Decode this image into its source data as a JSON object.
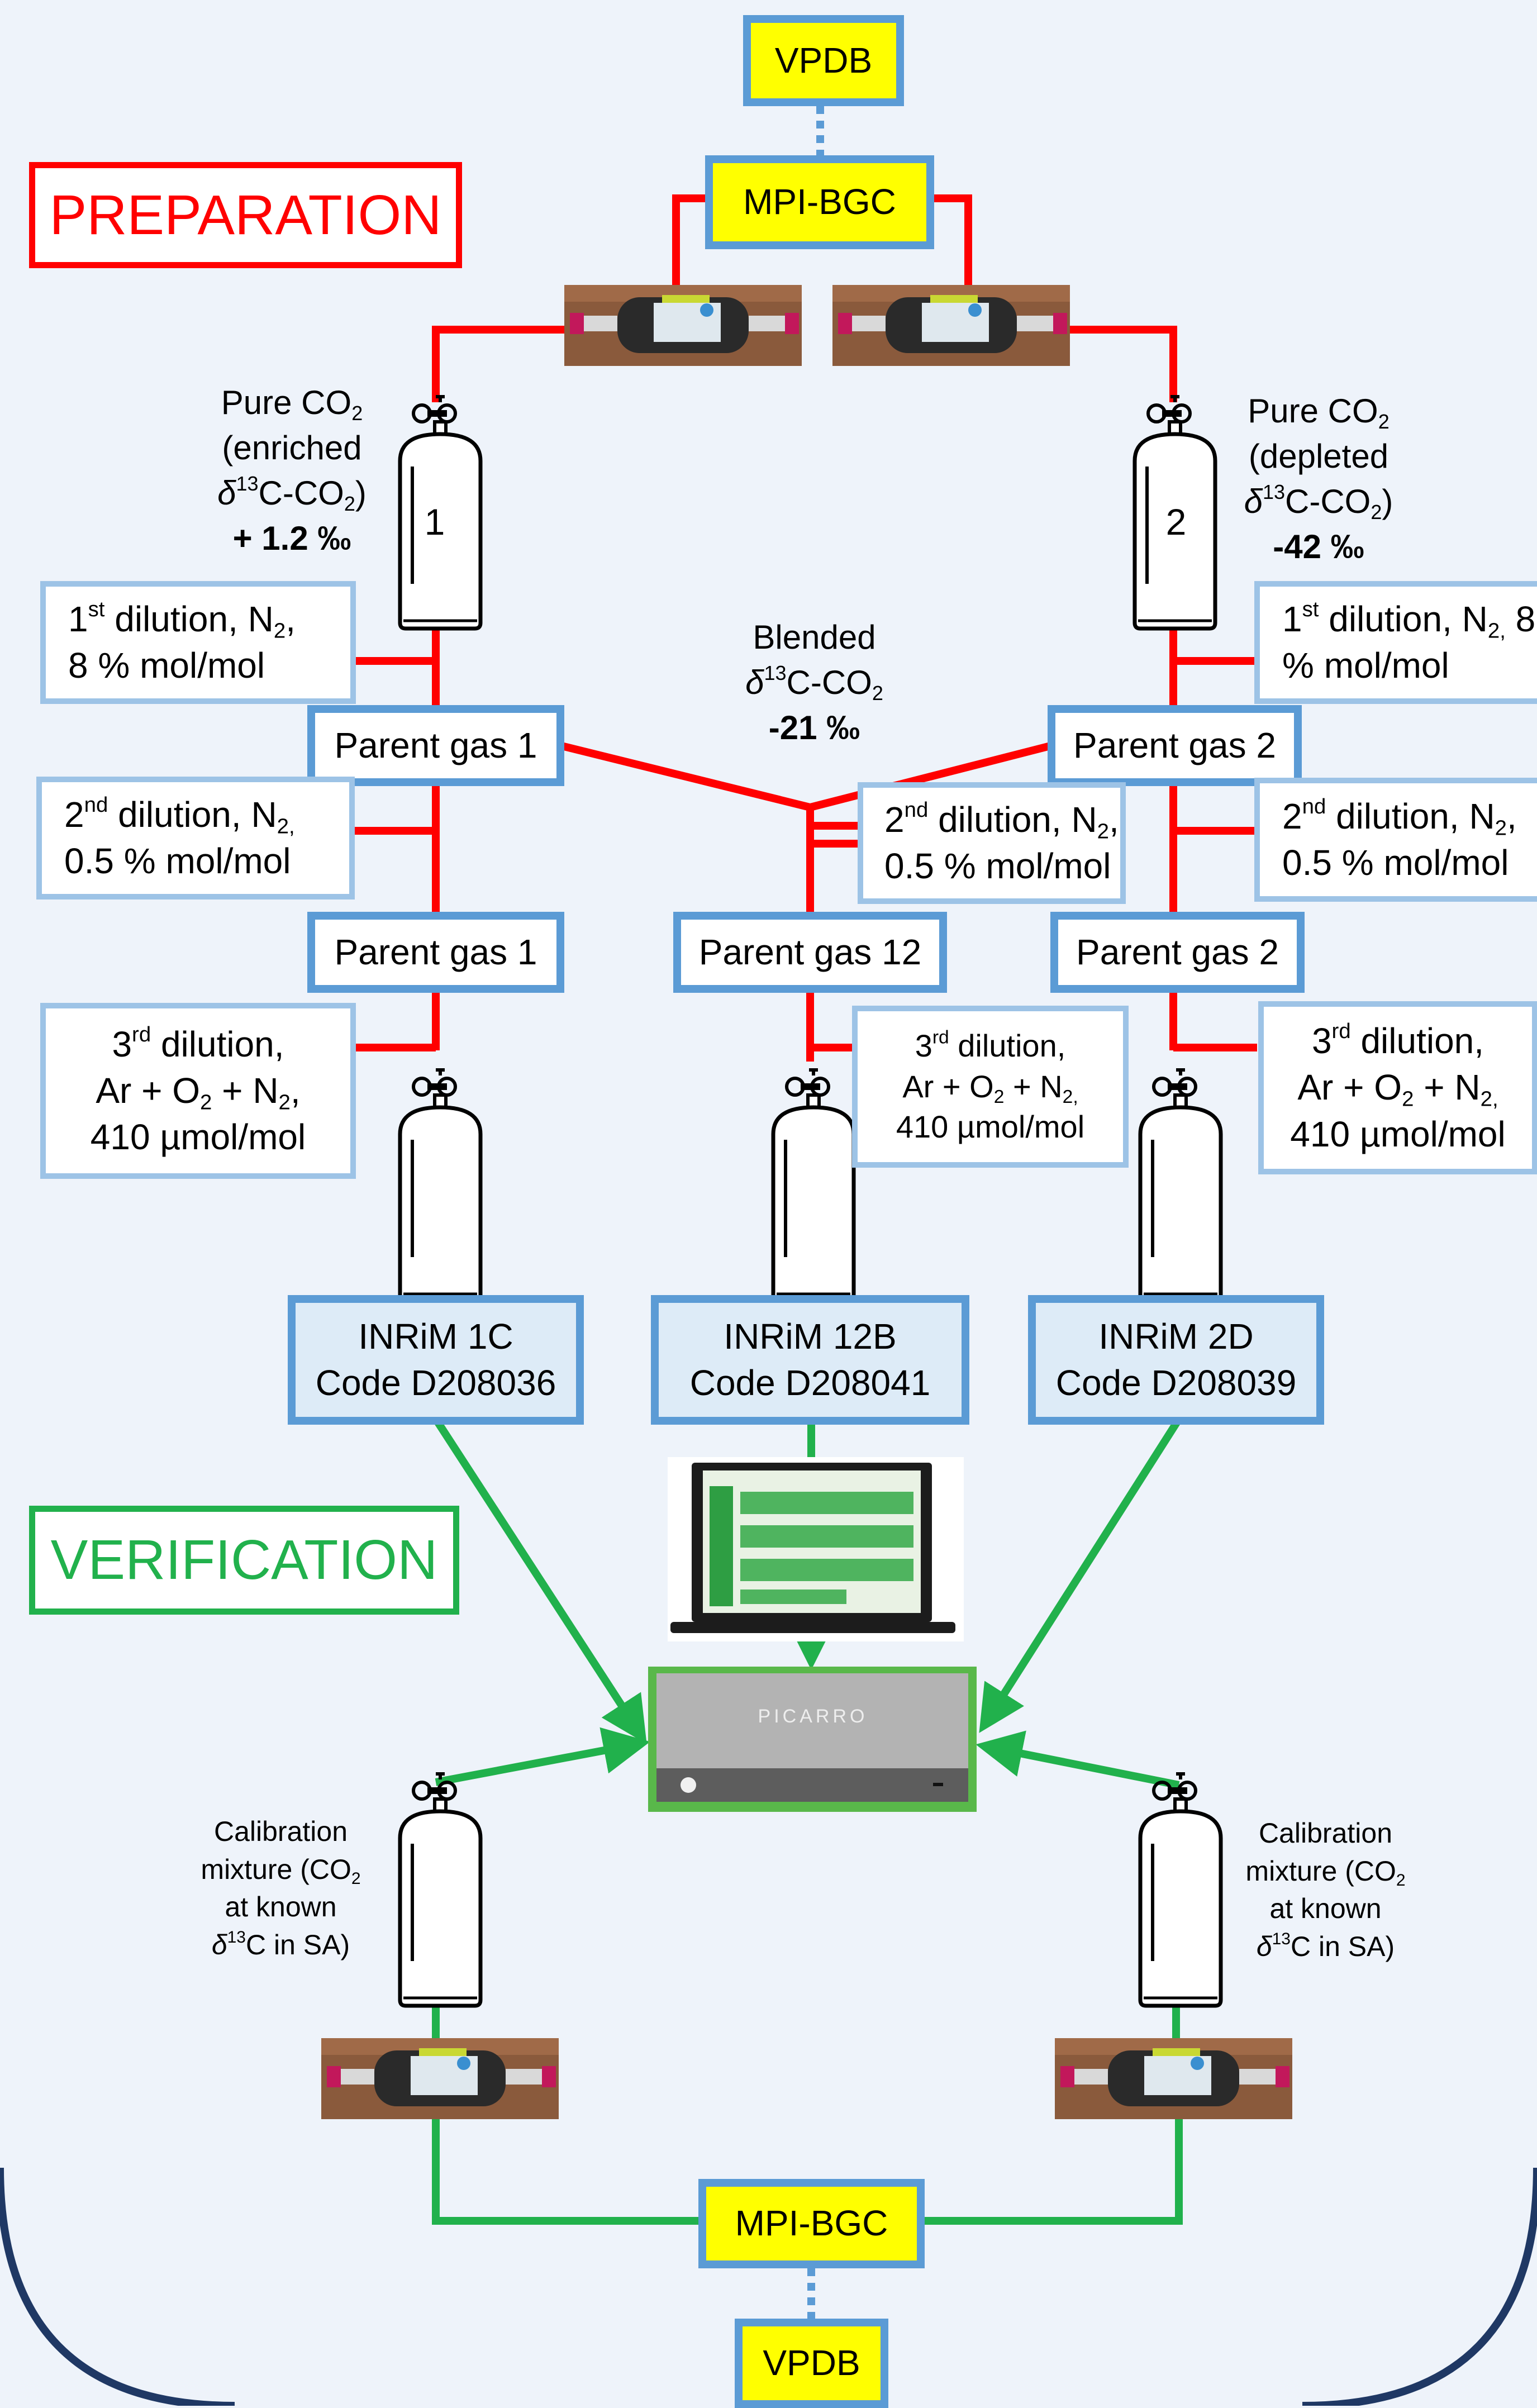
{
  "sections": {
    "preparation": "PREPARATION",
    "verification": "VERIFICATION"
  },
  "top": {
    "vpdb": "VPDB",
    "mpi": "MPI-BGC"
  },
  "bottom": {
    "vpdb": "VPDB",
    "mpi": "MPI-BGC"
  },
  "cylinders": {
    "left_number": "1",
    "right_number": "2"
  },
  "pure_left": {
    "line1": "Pure CO",
    "line1_sub": "2",
    "line2": "(enriched",
    "line3_prefix": "δ",
    "line3_sup": "13",
    "line3_mid": "C-CO",
    "line3_sub": "2",
    "line3_end": ")",
    "value": "+ 1.2 ‰"
  },
  "pure_right": {
    "line1": "Pure CO",
    "line1_sub": "2",
    "line2": "(depleted",
    "line3_prefix": "δ",
    "line3_sup": "13",
    "line3_mid": "C-CO",
    "line3_sub": "2",
    "line3_end": ")",
    "value": "-42 ‰"
  },
  "blended": {
    "line1": "Blended",
    "line2_prefix": "δ",
    "line2_sup": "13",
    "line2_mid": "C-CO",
    "line2_sub": "2",
    "value": "-21 ‰"
  },
  "dilution1_left": {
    "num": "1",
    "sup": "st",
    "text": " dilution, N",
    "sub": "2",
    "comma": ",",
    "line2": "8 % mol/mol"
  },
  "dilution1_right": {
    "num": "1",
    "sup": "st",
    "text": " dilution, N",
    "sub": "2,",
    "comma": " 8",
    "line2": "% mol/mol"
  },
  "dilution2_left": {
    "num": "2",
    "sup": "nd",
    "text": " dilution, N",
    "sub": "2,",
    "line2": "0.5 % mol/mol"
  },
  "dilution2_mid": {
    "num": "2",
    "sup": "nd",
    "text": " dilution, N",
    "sub": "2",
    "comma": ",",
    "line2": "0.5 % mol/mol"
  },
  "dilution2_right": {
    "num": "2",
    "sup": "nd",
    "text": " dilution, N",
    "sub": "2",
    "comma": ",",
    "line2": "0.5 % mol/mol"
  },
  "dilution3": {
    "num": "3",
    "sup": "rd",
    "text": " dilution,",
    "line2a": "Ar + O",
    "line2a_sub": "2",
    "line2b": " + N",
    "line2b_sub": "2",
    "line2_end_left": ",",
    "line2_end_sub": "2,",
    "line3": "410 µmol/mol"
  },
  "parents": {
    "p1_upper": "Parent gas 1",
    "p2_upper": "Parent gas 2",
    "p1_lower": "Parent gas 1",
    "p12": "Parent gas 12",
    "p2_lower": "Parent gas 2"
  },
  "inrim": [
    {
      "line1": "INRiM 1C",
      "line2": "Code D208036"
    },
    {
      "line1": "INRiM 12B",
      "line2": "Code D208041"
    },
    {
      "line1": "INRiM 2D",
      "line2": "Code D208039"
    }
  ],
  "analyzer": {
    "brand": "PICARRO"
  },
  "calibration": {
    "line1": "Calibration",
    "line2": "mixture (CO",
    "line2_sub": "2",
    "line3": "at known",
    "line4_prefix": "δ",
    "line4_sup": "13",
    "line4_end": "C in SA)"
  },
  "colors": {
    "prep": "#ff0000",
    "verif": "#21b14c",
    "box_border": "#5b9bd5",
    "light_border": "#9dc3e6",
    "yellow": "#ffff00",
    "frame": "#1f3864"
  }
}
